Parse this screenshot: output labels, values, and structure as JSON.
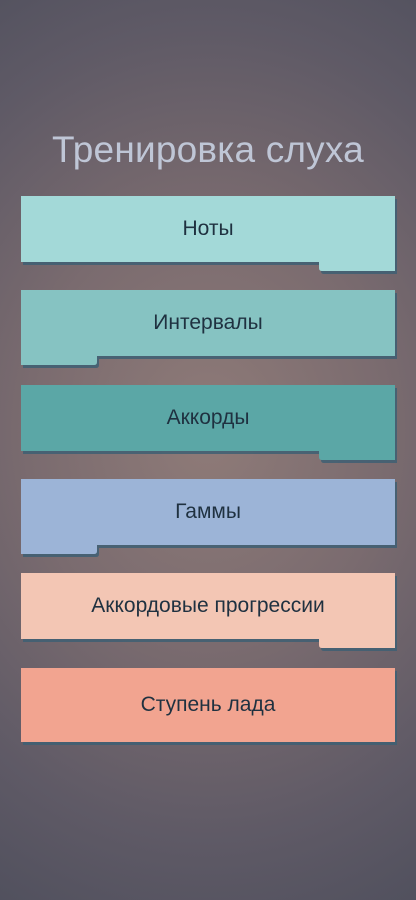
{
  "header": {
    "title": "Тренировка слуха"
  },
  "menu": {
    "items": [
      {
        "label": "Ноты",
        "color": "#a3d9d8",
        "shadow": "#3e5f73"
      },
      {
        "label": "Интервалы",
        "color": "#86c3c2",
        "shadow": "#3e5f73"
      },
      {
        "label": "Аккорды",
        "color": "#5ba7a6",
        "shadow": "#3e5f73"
      },
      {
        "label": "Гаммы",
        "color": "#9cb4d7",
        "shadow": "#3e5f73"
      },
      {
        "label": "Аккордовые прогрессии",
        "color": "#f3c6b4",
        "shadow": "#3e5f73"
      },
      {
        "label": "Ступень лада",
        "color": "#f2a490",
        "shadow": "#3e5f73"
      }
    ]
  }
}
